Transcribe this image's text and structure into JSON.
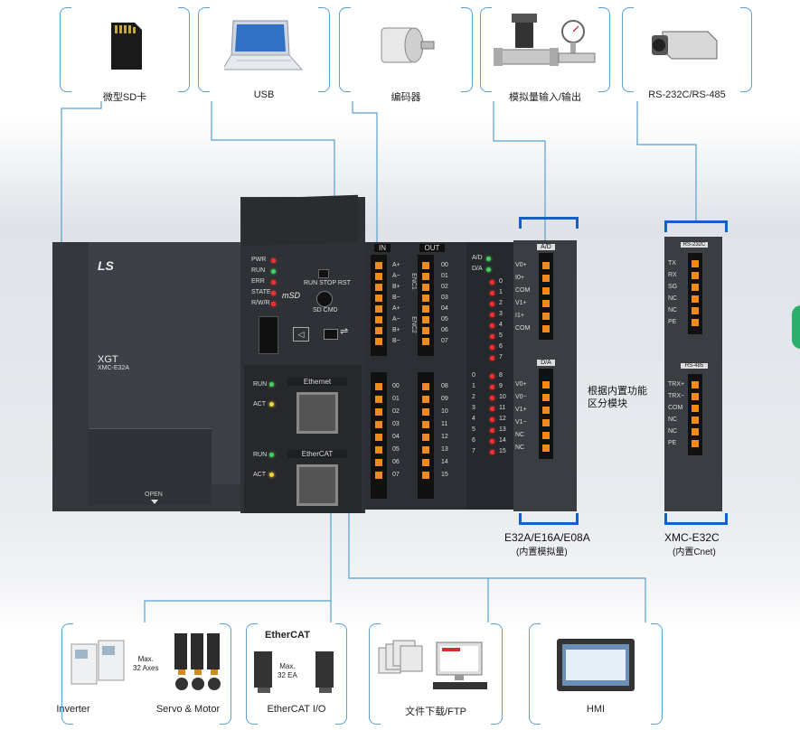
{
  "top_devices": [
    {
      "label": "微型SD卡",
      "icon": "sd-card-icon"
    },
    {
      "label": "USB",
      "icon": "laptop-icon"
    },
    {
      "label": "编码器",
      "icon": "encoder-icon"
    },
    {
      "label": "模拟量输入/输出",
      "icon": "valve-gauge-icon"
    },
    {
      "label": "RS-232C/RS-485",
      "icon": "camera-icon"
    }
  ],
  "bottom_devices": [
    {
      "label": "Inverter",
      "icon": "inverter-icon",
      "note": "Max.\n32 Axes"
    },
    {
      "label": "Servo & Motor",
      "icon": "servo-icon"
    },
    {
      "label": "EtherCAT I/O",
      "icon": "ethercat-io-icon",
      "brand": "EtherCAT",
      "note": "Max.\n32 EA"
    },
    {
      "label": "文件下载/FTP",
      "icon": "pc-icon"
    },
    {
      "label": "HMI",
      "icon": "hmi-icon"
    }
  ],
  "cpu": {
    "brand": "LS",
    "series": "XGT",
    "model": "XMC-E32A",
    "open_label": "OPEN",
    "status_leds": [
      "PWR",
      "RUN",
      "ERR",
      "STATE",
      "R/W/R"
    ],
    "switch_label": "RUN STOP RST",
    "sd_label": "SD CMD",
    "eth_leds": [
      "RUN",
      "ACT"
    ],
    "ethernet_label": "Ethernet",
    "ethercat_label": "EtherCAT",
    "ecat_leds": [
      "RUN",
      "ACT"
    ]
  },
  "io_module": {
    "in_label": "IN",
    "out_label": "OUT",
    "enc_pins": [
      "A+",
      "A−",
      "B+",
      "B−",
      "A+",
      "A−",
      "B+",
      "B−"
    ],
    "enc1": "ENC1",
    "enc2": "ENC2",
    "out_top": [
      "00",
      "01",
      "02",
      "03",
      "04",
      "05",
      "06",
      "07"
    ],
    "in_bottom": [
      "00",
      "01",
      "02",
      "03",
      "04",
      "05",
      "06",
      "07"
    ],
    "out_bottom": [
      "08",
      "09",
      "10",
      "11",
      "12",
      "13",
      "14",
      "15"
    ],
    "led_col_a": [
      "0",
      "1",
      "2",
      "3",
      "4",
      "5",
      "6",
      "7"
    ],
    "led_col_b": [
      "8",
      "9",
      "10",
      "11",
      "12",
      "13",
      "14",
      "15"
    ],
    "ad_label": "A/D",
    "da_label": "D/A"
  },
  "analog_module": {
    "ad_header": "A/D",
    "ad_pins": [
      "V0+",
      "I0+",
      "COM",
      "V1+",
      "I1+",
      "COM"
    ],
    "da_header": "D/A",
    "da_pins": [
      "V0+",
      "V0−",
      "V1+",
      "V1−",
      "NC",
      "NC"
    ],
    "caption": "根据内置功能\n区分模块",
    "model": "E32A/E16A/E08A",
    "sub": "(内置模拟量)"
  },
  "cnet_module": {
    "rs232_header": "RS-232C",
    "rs232_pins": [
      "TX",
      "RX",
      "SG",
      "NC",
      "NC",
      "PE"
    ],
    "rs485_header": "RS-485",
    "rs485_pins": [
      "TRX+",
      "TRX−",
      "COM",
      "NC",
      "NC",
      "PE"
    ],
    "model": "XMC-E32C",
    "sub": "(内置Cnet)"
  },
  "colors": {
    "line": "#5a9fd0",
    "accent": "#1560c8",
    "plc_body": "#3a3d42"
  }
}
